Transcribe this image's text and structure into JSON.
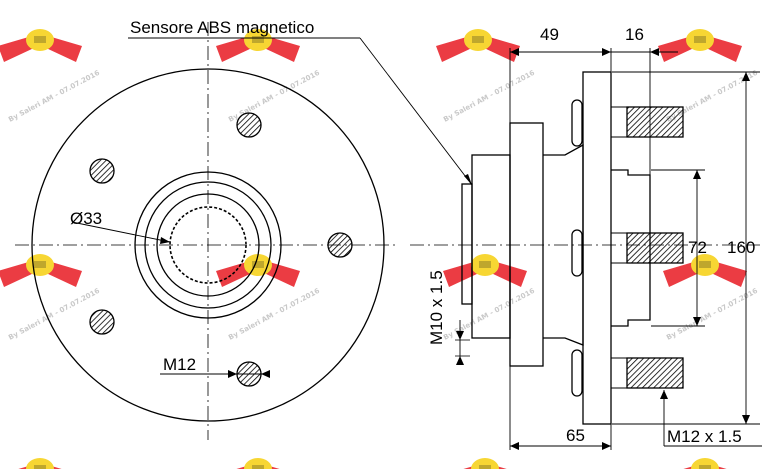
{
  "labels": {
    "sensor": "Sensore ABS magnetico",
    "diameter": "Ø33",
    "bolt_left": "M12",
    "thread_m10": "M10 x 1.5",
    "dim_49": "49",
    "dim_16": "16",
    "dim_72": "72",
    "dim_160": "160",
    "dim_65": "65",
    "thread_m12": "M12 x 1.5"
  },
  "watermark": {
    "text": "By Saleri AM - 07.07.2016",
    "colors": {
      "wing": "#e9262e",
      "badge": "#f6d21c",
      "text": "#c8c8c8"
    }
  },
  "colors": {
    "line": "#000000",
    "hatch": "#000000",
    "background": "#ffffff"
  }
}
